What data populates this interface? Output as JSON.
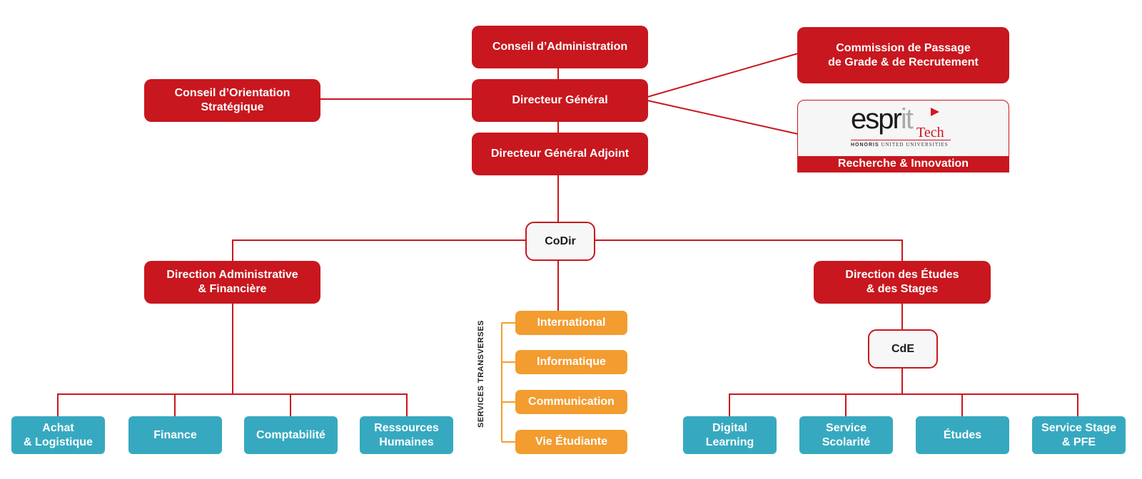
{
  "colors": {
    "primary_red": "#c8171e",
    "teal": "#36a9c0",
    "orange": "#f39c2f",
    "connector": "#c8171e",
    "orange_connector": "#f39c2f"
  },
  "top": {
    "conseil_administration": "Conseil d’Administration",
    "directeur_general": "Directeur Général",
    "directeur_general_adjoint": "Directeur Général Adjoint",
    "conseil_orientation": "Conseil d’Orientation\nStratégique",
    "commission": "Commission de Passage\nde Grade & de Recrutement"
  },
  "esprit_tech": {
    "logo_word": "espr",
    "logo_it": "it",
    "logo_tech": "Tech",
    "logo_honoris_bold": "HONORIS",
    "logo_honoris_rest": " UNITED UNIVERSITIES",
    "banner": "Recherche & Innovation"
  },
  "codir": "CoDir",
  "left_branch": {
    "title": "Direction Administrative\n& Financière",
    "children": [
      "Achat\n& Logistique",
      "Finance",
      "Comptabilité",
      "Ressources\nHumaines"
    ]
  },
  "services_transverses": {
    "label": "SERVICES TRANSVERSES",
    "items": [
      "International",
      "Informatique",
      "Communication",
      "Vie Étudiante"
    ]
  },
  "right_branch": {
    "title": "Direction des Études\n& des Stages",
    "cde": "CdE",
    "children": [
      "Digital\nLearning",
      "Service\nScolarité",
      "Études",
      "Service Stage\n& PFE"
    ]
  }
}
